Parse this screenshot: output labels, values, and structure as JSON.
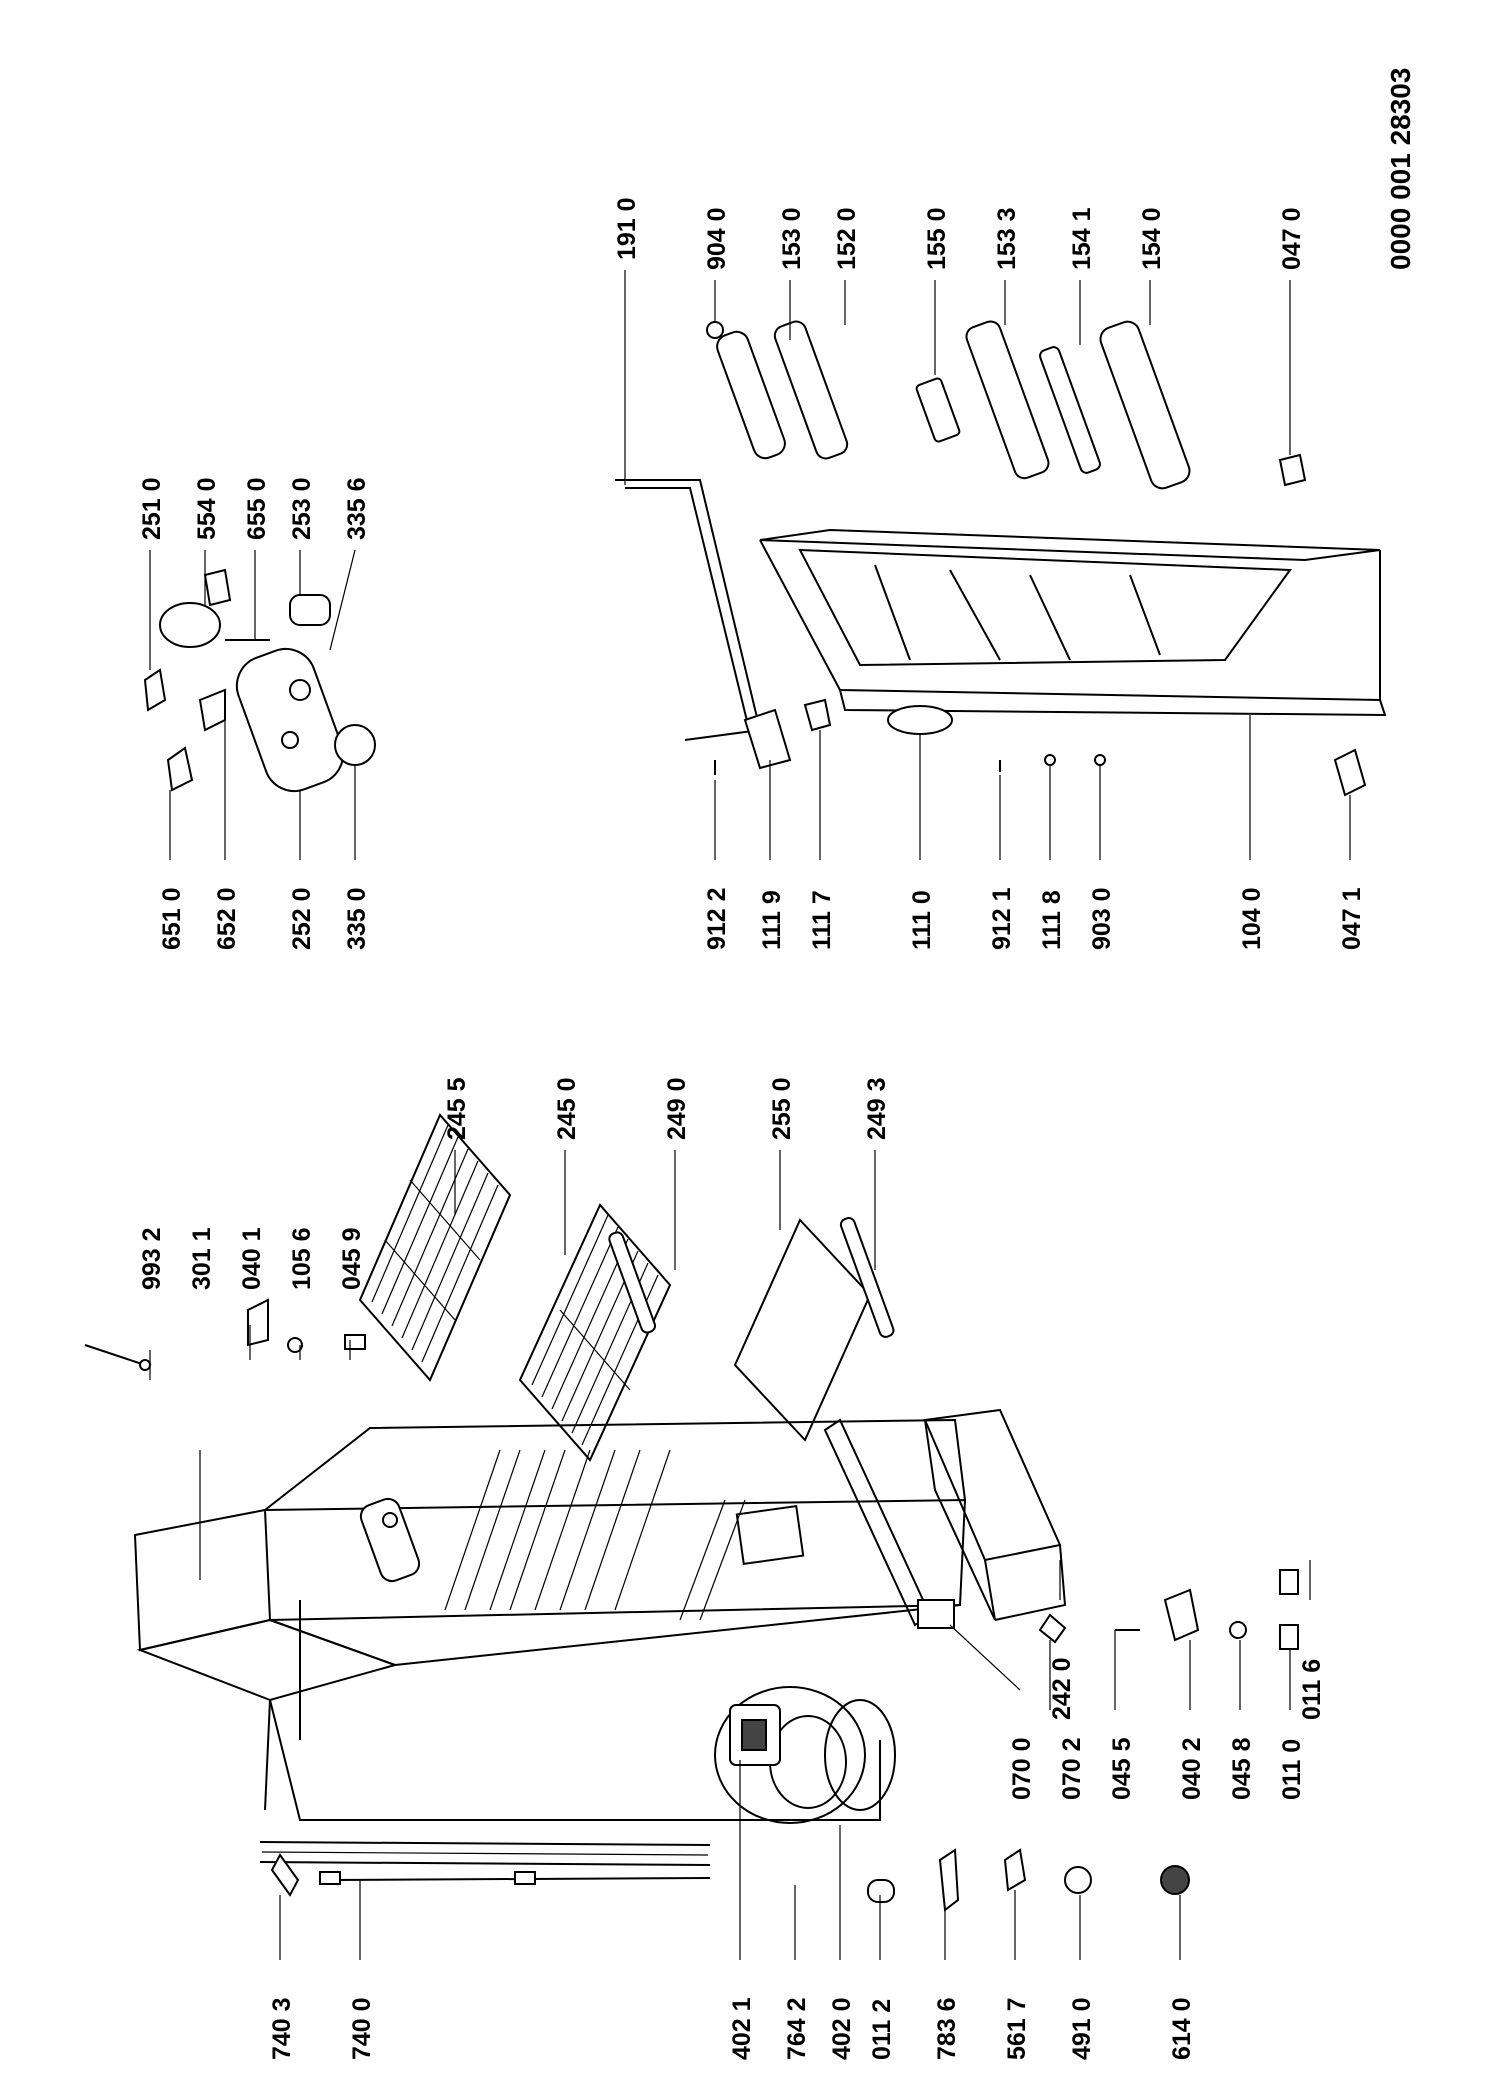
{
  "drawing_number": "0000 001 28303",
  "cabinet_labels": [
    "993 2",
    "301 1",
    "040 1",
    "105 6",
    "045 9",
    "245 5",
    "245 0",
    "249 0",
    "255 0",
    "249 3",
    "242 0",
    "011 6",
    "070 0",
    "070 2",
    "045 5",
    "040 2",
    "045 8",
    "011 0",
    "740 3",
    "740 0",
    "402 1",
    "764 2",
    "402 0",
    "011 2",
    "783 6",
    "561 7",
    "491 0",
    "614 0"
  ],
  "door_labels": [
    "651 0",
    "652 0",
    "252 0",
    "335 0",
    "251 0",
    "554 0",
    "655 0",
    "253 0",
    "335 6",
    "191 0",
    "904 0",
    "153 0",
    "152 0",
    "155 0",
    "153 3",
    "154 1",
    "154 0",
    "047 0",
    "912 2",
    "111 9",
    "111 7",
    "111 0",
    "912 1",
    "111 8",
    "903 0",
    "104 0",
    "047 1"
  ]
}
